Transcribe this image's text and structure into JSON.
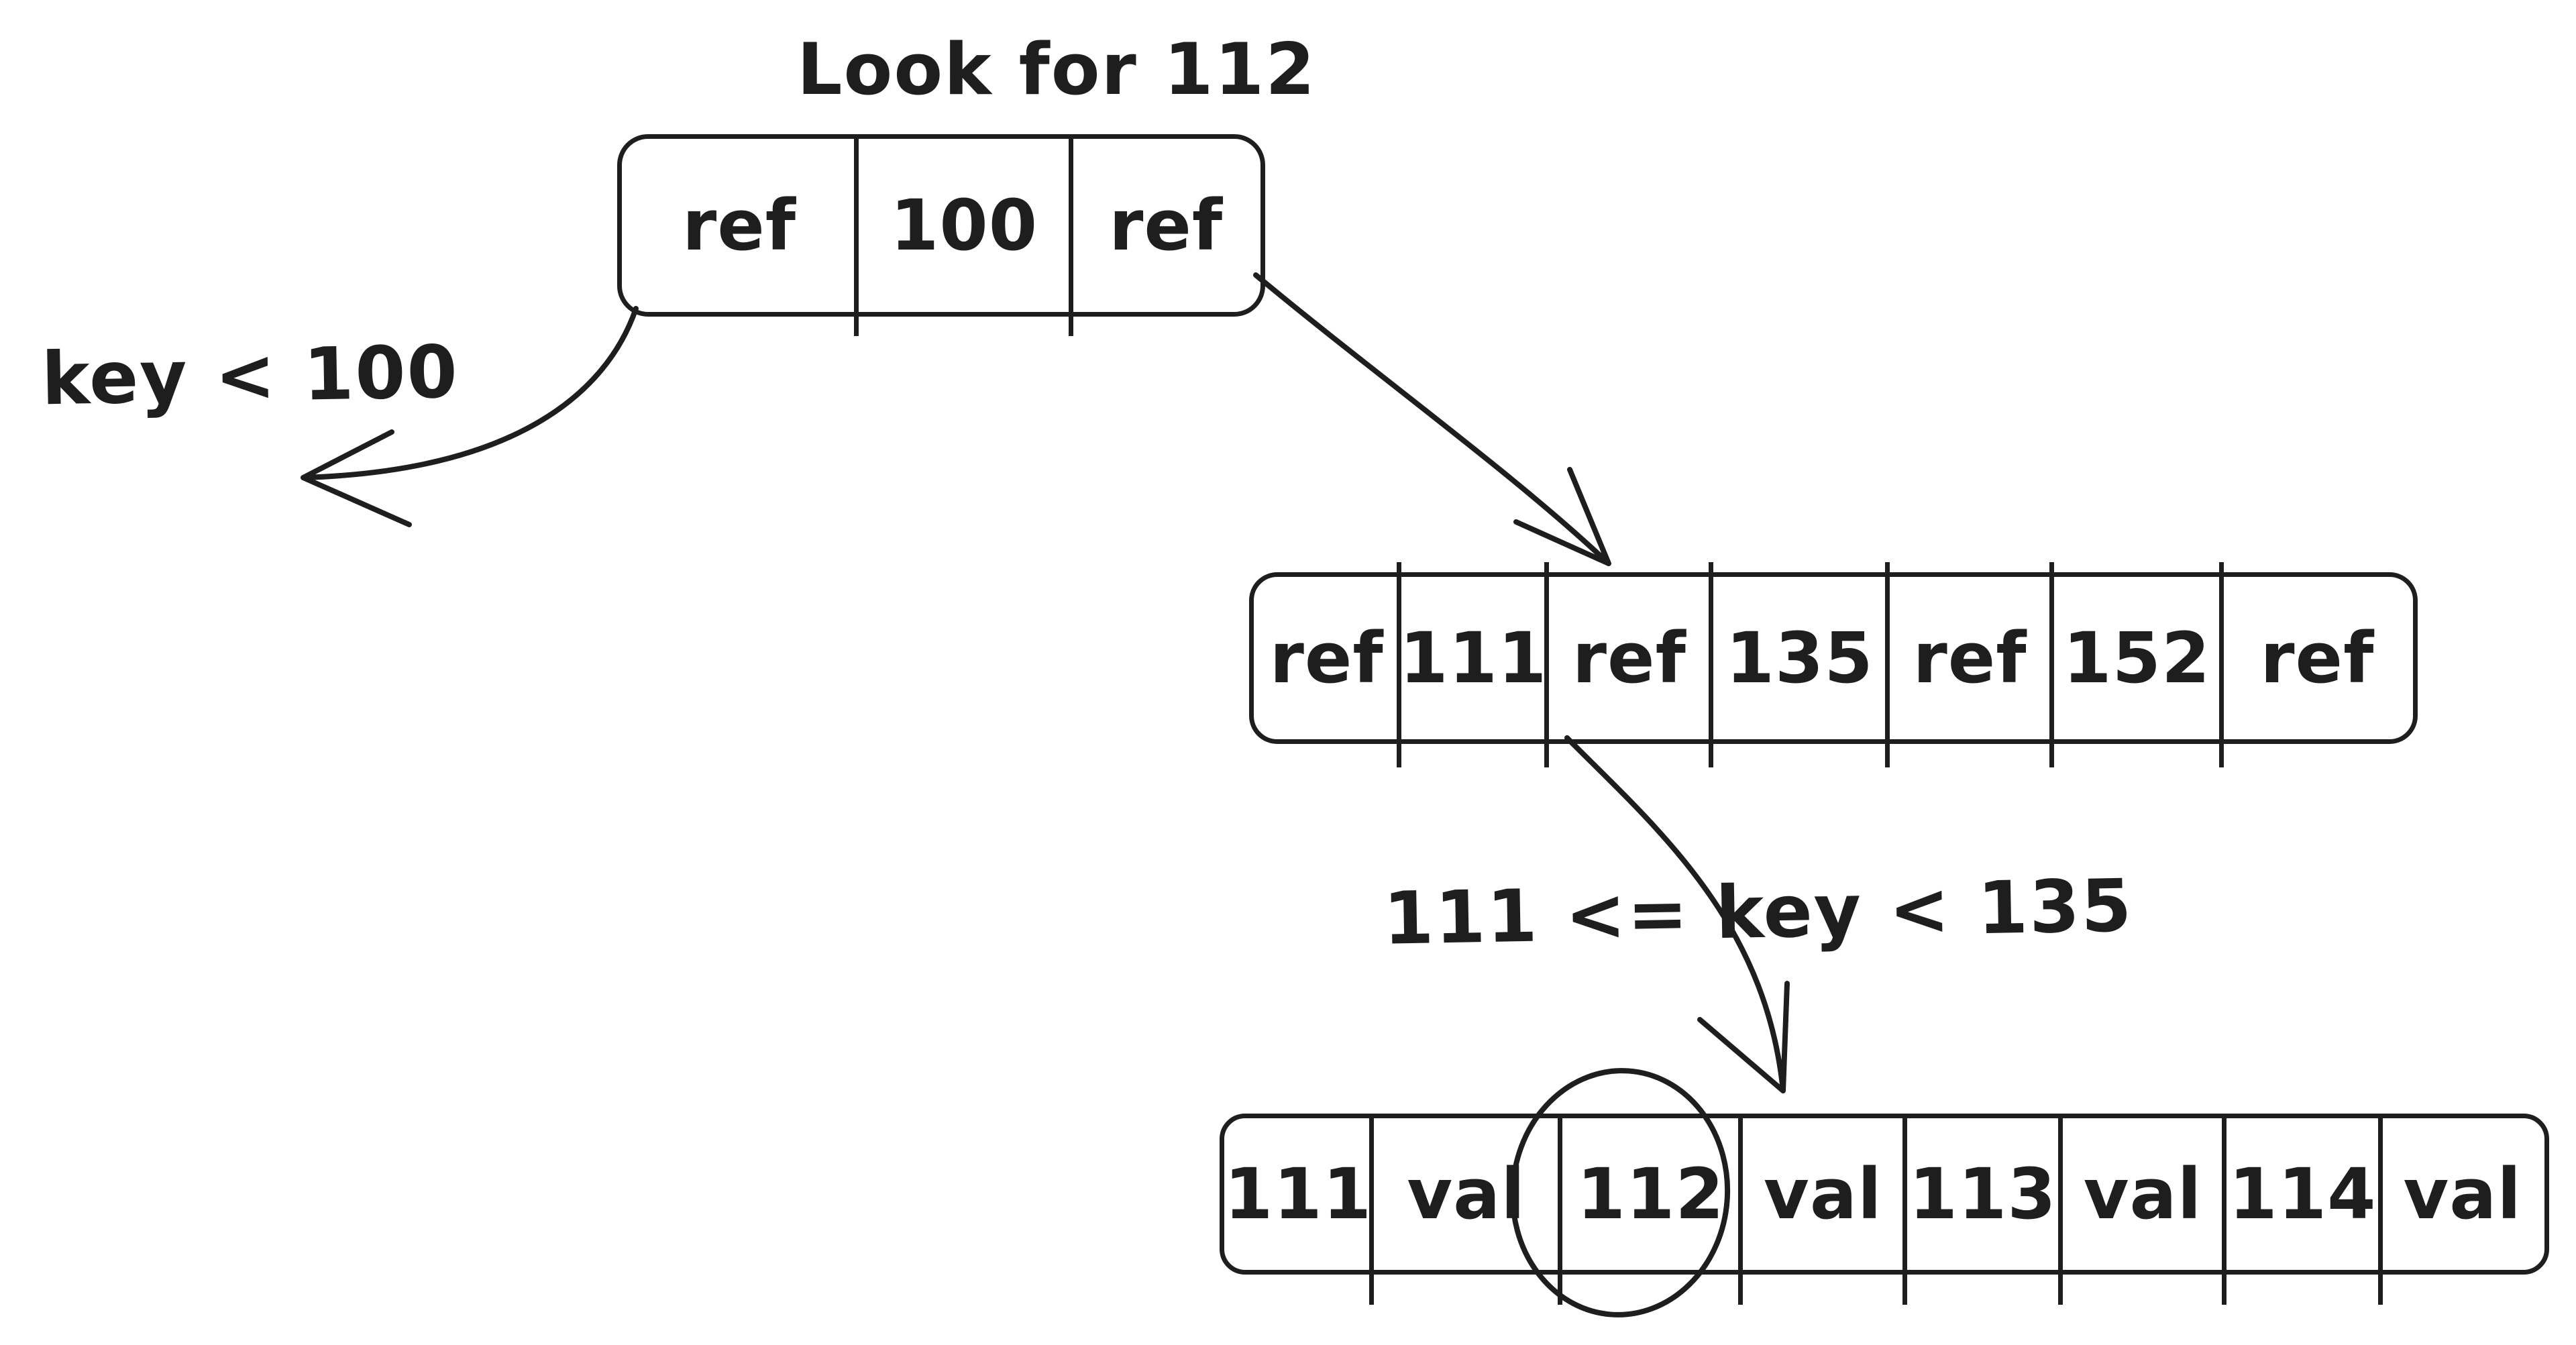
{
  "colors": {
    "ink": "#1e1e1e",
    "background": "#ffffff"
  },
  "title": {
    "text": "Look for 112"
  },
  "root_node": {
    "cells": [
      "ref",
      "100",
      "ref"
    ]
  },
  "internal_node": {
    "cells": [
      "ref",
      "111",
      "ref",
      "135",
      "ref",
      "152",
      "ref"
    ]
  },
  "leaf_node": {
    "cells": [
      "111",
      "val",
      "112",
      "val",
      "113",
      "val",
      "114",
      "val"
    ]
  },
  "edge_labels": {
    "left": "key < 100",
    "middle": "111 <= key < 135"
  },
  "highlight": {
    "circled_value": "112"
  }
}
